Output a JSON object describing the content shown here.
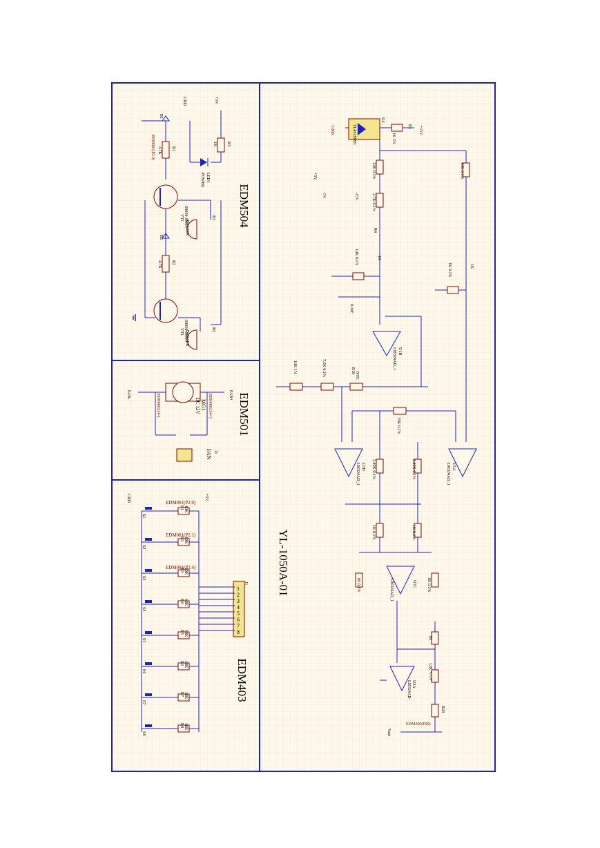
{
  "colors": {
    "frame": "#1a1fd0",
    "wire": "#1a1fd0",
    "component": "#8b0000",
    "text": "#000000",
    "grid": "#efe4cc",
    "background": "#fdf8ea",
    "highlight": "#f3e58e"
  },
  "sheet": {
    "title": "YL-1050A-01",
    "section_labels": [
      "EDM504",
      "EDM501",
      "EDM403"
    ]
  },
  "edm504": {
    "b1": "B1",
    "b2": "B2",
    "r1": "R1",
    "r1v": "4.7K",
    "r2": "R2",
    "r2v": "4.7K",
    "r3": "R3",
    "r3v": "1K",
    "vt1": "VT1",
    "vt1n": "S8050-SMTJ",
    "vt2": "VT1",
    "vt2n": "S8050-SMTJ",
    "bz1": "B1",
    "bz1n": "BUZZER",
    "bz2": "B2",
    "bz2n": "BUZZER",
    "led": "LED1",
    "ledn": "POWER",
    "conn": "EDM001(P2.2)",
    "gnd": "GND",
    "v5": "+5V"
  },
  "edm501": {
    "motor": "MG1",
    "motorv": "DC 12V",
    "fan": "FAN",
    "j1": "J1",
    "fanp": "FAN+",
    "fanm": "FAN-",
    "c1": "EDM401(24+)",
    "c2": "EDM401(24-)"
  },
  "edm403": {
    "connector": "J1",
    "pins": [
      "1",
      "2",
      "3",
      "4",
      "5",
      "6",
      "7",
      "8"
    ],
    "resistors": [
      "R1",
      "R2",
      "R3",
      "R4",
      "R5",
      "R6",
      "R7",
      "R8"
    ],
    "rvalue": "10K",
    "switches": [
      "S1",
      "S2",
      "S3",
      "S4",
      "S5",
      "S6",
      "S7",
      "S8"
    ],
    "conns": [
      "EDM001(P2.0)",
      "EDM001(P2.1)",
      "EDM001(P2.4)"
    ],
    "gnd": "GND",
    "v5": "+5V"
  },
  "analog": {
    "tl431": "TL431SMD",
    "u4": "U4",
    "r1": "R1",
    "r1v": "1K 5%",
    "r2v": "12K 0.1%",
    "r3v": "2.7K 0.1%",
    "r4": "R4",
    "r4v": "1K",
    "r5v": "10K 0.1%",
    "c1v": "0.1uF",
    "r6v": "16K 0.1%",
    "r7v": "1K",
    "r8v": "1K 0.1%",
    "u1b": "U1B",
    "u1bn": "LM324AD_1",
    "u1d": "U1D",
    "u1dn": "LM324AD_1",
    "u1a": "U1A",
    "u1an": "LM324AD_1",
    "u1c": "U1C",
    "u1cn": "LM324AD_1",
    "u2a": "U2A",
    "u2an": "LM324AD",
    "r9v": "10K 1%",
    "r11v": "7.5K 0.1%",
    "ntc": "NTC",
    "r10": "R10",
    "r14v": "15K 0.1%",
    "r15v": "2.49K 0.1%",
    "r12v": "2.49K 0.1%",
    "r16v": "1K 0.1%",
    "r13v": "1K 0.1%",
    "r18v": "1K 0.1%",
    "r17v": "1K 0.1%",
    "r21v": "1K",
    "r19v": "12K +/-1V",
    "r20v": "R20",
    "out": "EDM200(IN0)",
    "vout": "Vout",
    "gnd": "GND",
    "p15": "+15V",
    "m15": "-15V",
    "p5": "+5V",
    "m5": "-5V"
  }
}
